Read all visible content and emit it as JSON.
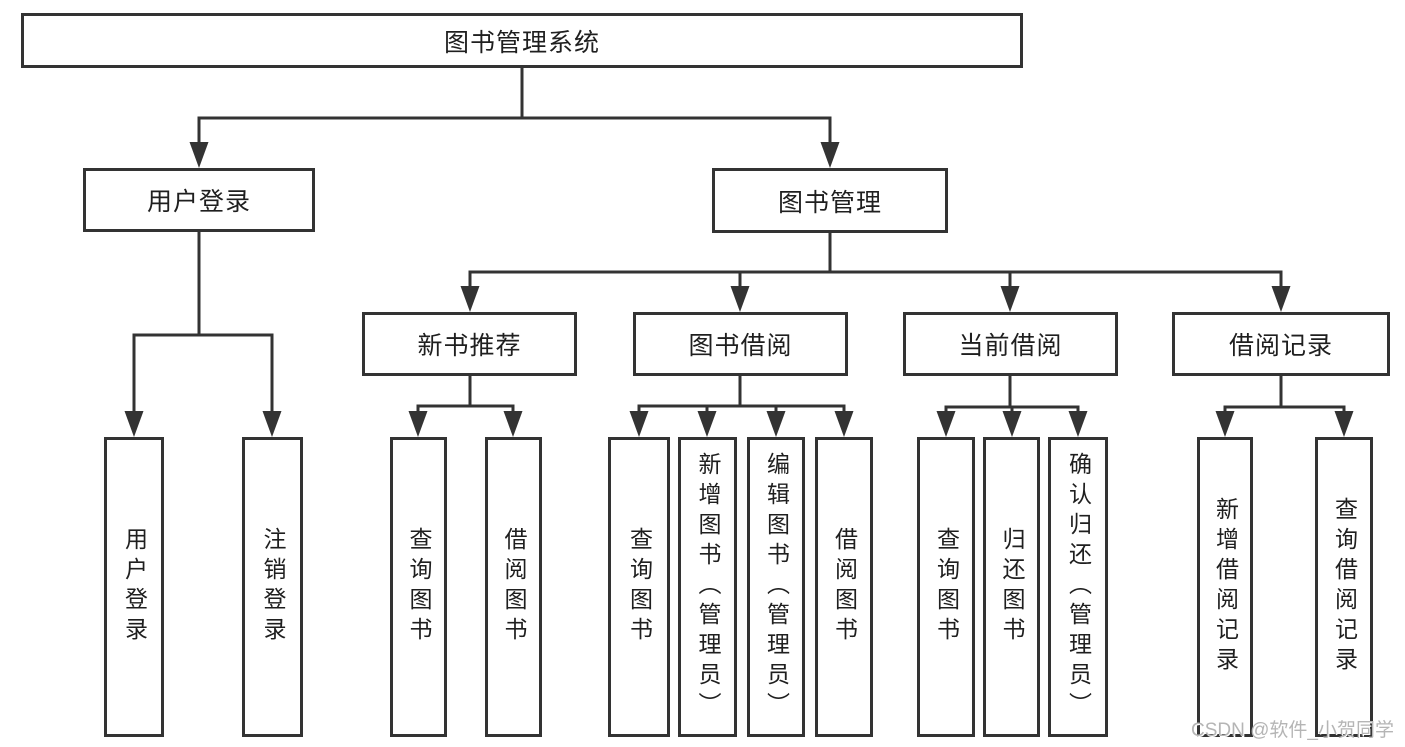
{
  "tree": {
    "root": {
      "label": "图书管理系统"
    },
    "branches": [
      {
        "label": "用户登录",
        "children": [
          {
            "label": "用户登录"
          },
          {
            "label": "注销登录"
          }
        ]
      },
      {
        "label": "图书管理",
        "groups": [
          {
            "label": "新书推荐",
            "children": [
              {
                "label": "查询图书"
              },
              {
                "label": "借阅图书"
              }
            ]
          },
          {
            "label": "图书借阅",
            "children": [
              {
                "label": "查询图书"
              },
              {
                "label": "新增图书（管理员）"
              },
              {
                "label": "编辑图书（管理员）"
              },
              {
                "label": "借阅图书"
              }
            ]
          },
          {
            "label": "当前借阅",
            "children": [
              {
                "label": "查询图书"
              },
              {
                "label": "归还图书"
              },
              {
                "label": "确认归还（管理员）"
              }
            ]
          },
          {
            "label": "借阅记录",
            "children": [
              {
                "label": "新增借阅记录"
              },
              {
                "label": "查询借阅记录"
              }
            ]
          }
        ]
      }
    ]
  },
  "watermark": {
    "text": "CSDN @软件_小贺同学"
  },
  "colors": {
    "line": "#333333",
    "text": "#1f1f1f",
    "watermark": "#b5b5b5",
    "background": "#ffffff"
  }
}
